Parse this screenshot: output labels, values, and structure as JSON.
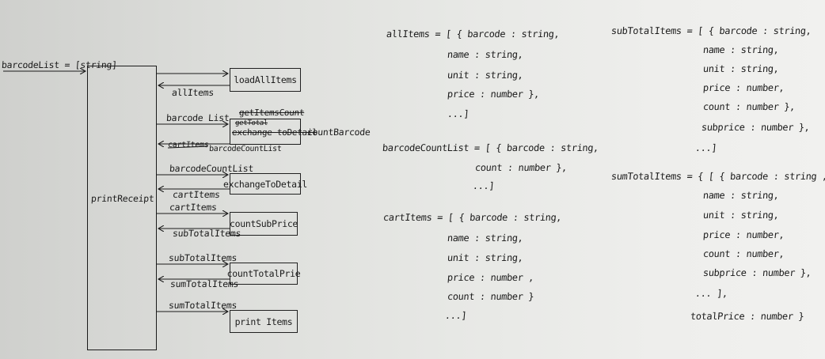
{
  "input": {
    "label": "barcodeList = [string]"
  },
  "main_function": {
    "label": "printReceipt"
  },
  "functions": [
    {
      "id": "loadAllItems",
      "label": "loadAllItems"
    },
    {
      "id": "exchangeToDetail",
      "label": "exchangeToDetail"
    },
    {
      "id": "countSubPrice",
      "label": "countSubPrice"
    },
    {
      "id": "countTotalPrice",
      "label": "countTotalPrie"
    },
    {
      "id": "printItems",
      "label": "print Items"
    }
  ],
  "crossed_group": {
    "line1": "getItemsCount",
    "line2": "getTotal",
    "line3": "exchange toDetail",
    "side_label": "countBarcode"
  },
  "arrow_labels": {
    "allItems": "allItems",
    "barcodeList": "barcode List",
    "cartItems_struck": "cartItems",
    "barcodeCountList_out": "barcodeCountList",
    "barcodeCountList_in": "barcodeCountList",
    "cartItems_out": "cartItems",
    "cartItems_in": "cartItems",
    "subTotalItems_out": "subTotalItems",
    "subTotalItems_in": "subTotalItems",
    "sumTotalItems_out": "sumTotalItems",
    "sumTotalItems_in": "sumTotalItems"
  },
  "definitions": {
    "allItems": [
      "allItems = [ { barcode : string,",
      "name : string,",
      "unit : string,",
      "price : number },",
      "...]"
    ],
    "barcodeCountList": [
      "barcodeCountList = [ { barcode : string,",
      "count : number },",
      "...]"
    ],
    "cartItems": [
      "cartItems = [ { barcode : string,",
      "name : string,",
      "unit : string,",
      "price : number ,",
      "count : number }",
      "...]"
    ],
    "subTotalItems": [
      "subTotalItems = [ { barcode : string,",
      "name : string,",
      "unit : string,",
      "price : number,",
      "count : number },",
      "subprice : number },",
      "...]"
    ],
    "sumTotalItems": [
      "sumTotalItems = { [ { barcode : string ,",
      "name : string,",
      "unit : string,",
      "price : number,",
      "count : number,",
      "subprice : number },",
      "... ],",
      "totalPrice : number }"
    ]
  }
}
